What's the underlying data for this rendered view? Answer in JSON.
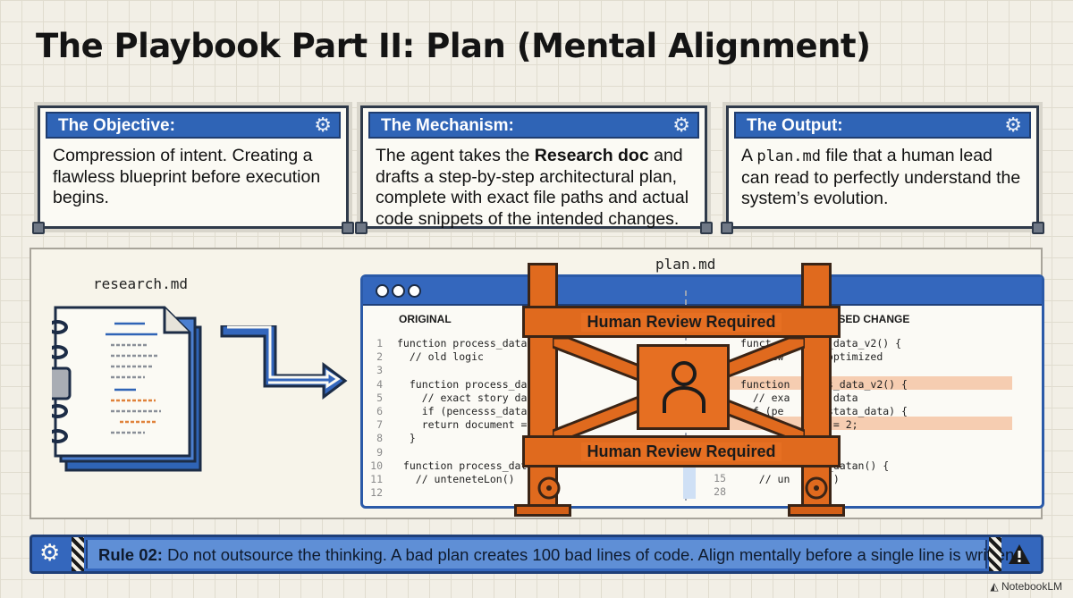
{
  "title": "The Playbook Part II: Plan (Mental Alignment)",
  "cards": [
    {
      "title": "The Objective:",
      "body": "Compression of intent. Creating a flawless blueprint before execution begins."
    },
    {
      "title": "The Mechanism:",
      "body_pre": "The agent takes the ",
      "body_bold": "Research doc",
      "body_post": " and drafts a step-by-step architectural plan, complete with exact file paths and actual code snippets of the intended changes."
    },
    {
      "title": "The Output:",
      "body_pre": "A ",
      "body_code": "plan.md",
      "body_post": " file that a human lead can read to perfectly understand the system’s evolution."
    }
  ],
  "research_file": "research.md",
  "plan_file": "plan.md",
  "diff": {
    "original_header": "ORIGINAL",
    "change_header": "OSED CHANGE",
    "line_numbers": [
      "1",
      "2",
      "3",
      "4",
      "5",
      "6",
      "7",
      "8",
      "9",
      "10",
      "11",
      "12"
    ],
    "original_code": "function process_data()\n  // old logic\n\n  function process_data\n    // exact story da\n    if (pencesss_data da\n    return document = 2;\n  }\n\n function process_dat\n   // unteneteLon()\n",
    "change_code": "funct       ss_data_v2() {\n  // ew       optimized\n\nfunction    ess_data_v2() {\n  // exa       data\n  f (pe      sstata_data) {\n   cn       mt = 2;\n\n\n            es_datan() {\n   // un      ()\n",
    "mid_line_numbers": [
      "15",
      "28"
    ]
  },
  "barrier": {
    "top_label": "Human Review Required",
    "bottom_label": "Human Review Required",
    "icon": "person-icon"
  },
  "rule": {
    "label": "Rule 02:",
    "text": " Do not outsource the thinking. A bad plan creates 100 bad lines of code. Align mentally before a single line is written."
  },
  "brand": "NotebookLM",
  "colors": {
    "accent_blue": "#3467bd",
    "barrier_orange": "#e06a1e",
    "highlight": "#f4c4a4"
  }
}
